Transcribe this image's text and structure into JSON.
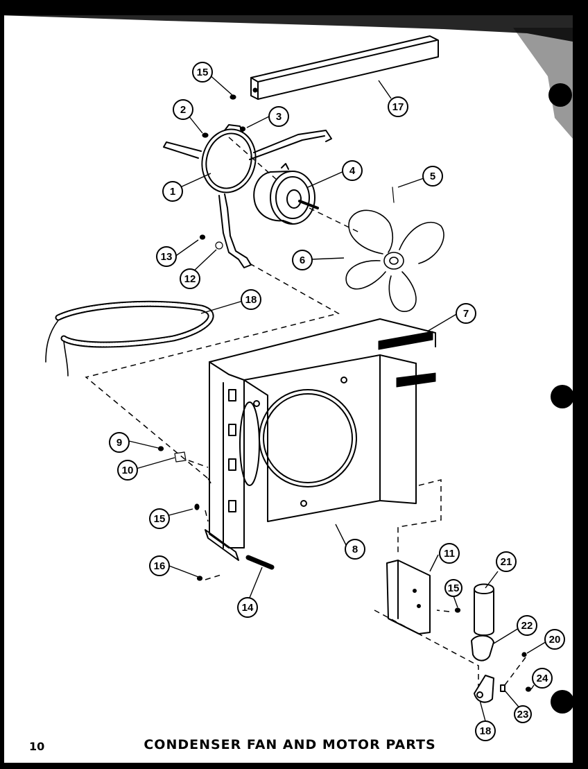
{
  "page_number": "10",
  "caption": "CONDENSER FAN AND MOTOR PARTS",
  "callouts": [
    {
      "id": "c1",
      "number": "1"
    },
    {
      "id": "c2",
      "number": "2"
    },
    {
      "id": "c3",
      "number": "3"
    },
    {
      "id": "c4",
      "number": "4"
    },
    {
      "id": "c5",
      "number": "5"
    },
    {
      "id": "c6",
      "number": "6"
    },
    {
      "id": "c7",
      "number": "7"
    },
    {
      "id": "c8",
      "number": "8"
    },
    {
      "id": "c9",
      "number": "9"
    },
    {
      "id": "c10",
      "number": "10"
    },
    {
      "id": "c11",
      "number": "11"
    },
    {
      "id": "c12",
      "number": "12"
    },
    {
      "id": "c13",
      "number": "13"
    },
    {
      "id": "c14",
      "number": "14"
    },
    {
      "id": "c15a",
      "number": "15"
    },
    {
      "id": "c15b",
      "number": "15"
    },
    {
      "id": "c15c",
      "number": "15"
    },
    {
      "id": "c16",
      "number": "16"
    },
    {
      "id": "c17",
      "number": "17"
    },
    {
      "id": "c18a",
      "number": "18"
    },
    {
      "id": "c18b",
      "number": "18"
    },
    {
      "id": "c20",
      "number": "20"
    },
    {
      "id": "c21",
      "number": "21"
    },
    {
      "id": "c22",
      "number": "22"
    },
    {
      "id": "c23",
      "number": "23"
    },
    {
      "id": "c24",
      "number": "24"
    }
  ]
}
